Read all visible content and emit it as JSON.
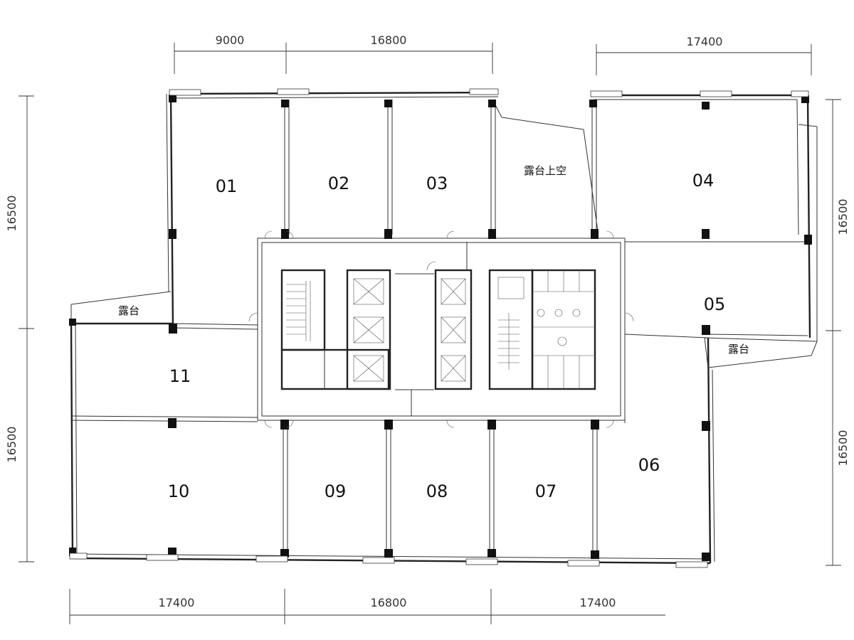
{
  "dimensions": {
    "top": [
      "9000",
      "16800",
      "17400"
    ],
    "bottom": [
      "17400",
      "16800",
      "17400"
    ],
    "left": [
      "16500",
      "16500"
    ],
    "right": [
      "16500",
      "16500"
    ]
  },
  "rooms": {
    "r01": "01",
    "r02": "02",
    "r03": "03",
    "r04": "04",
    "r05": "05",
    "r06": "06",
    "r07": "07",
    "r08": "08",
    "r09": "09",
    "r10": "10",
    "r11": "11"
  },
  "labels": {
    "terrace_void": "露台上空",
    "terrace_left": "露台",
    "terrace_right": "露台"
  }
}
